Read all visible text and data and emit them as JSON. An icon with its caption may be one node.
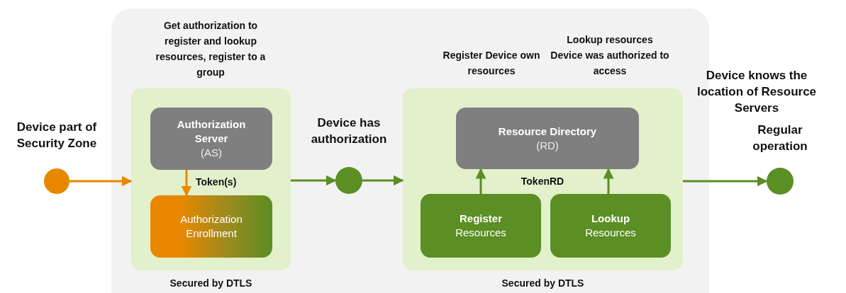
{
  "diagram": {
    "nodes": [
      {
        "text": [],
        "shape": "box"
      },
      {
        "text": [],
        "shape": "circle",
        "beside": [
          "Device part of Security Zone"
        ]
      },
      {
        "text": [
          "Get authorization to register and lookup resources, register to a group",
          "Secured by DTLS"
        ],
        "in": 0
      },
      {
        "text": [
          "Authorization Server",
          "(AS)"
        ],
        "in": 2
      },
      {
        "text": [
          "Authorization Enrollment"
        ],
        "in": 2
      },
      {
        "text": [],
        "shape": "circle",
        "in": 0,
        "beside": [
          "Device has authorization"
        ]
      },
      {
        "text": [
          "Register Device own resources",
          "Lookup resources Device was authorized to access",
          "Secured by DTLS"
        ],
        "in": 0
      },
      {
        "text": [
          "Resource Directory",
          "(RD)"
        ],
        "in": 6
      },
      {
        "text": [
          "**Register** Resources"
        ],
        "in": 6
      },
      {
        "text": [
          "**Lookup** Resources"
        ],
        "in": 6
      },
      {
        "text": [],
        "shape": "circle",
        "beside": [
          "Device knows the location of Resource Servers",
          "Regular operation"
        ]
      }
    ],
    "edges": [
      {
        "from": 1,
        "to": 2,
        "arrow": "to",
        "color": "#e88800"
      },
      {
        "from": 3,
        "to": 4,
        "arrow": "to",
        "label": "Token(s)",
        "color": "#e88800"
      },
      {
        "from": 2,
        "to": 5,
        "arrow": "to"
      },
      {
        "from": 5,
        "to": 6,
        "arrow": "to"
      },
      {
        "from": 8,
        "to": 7,
        "arrow": "to"
      },
      {
        "from": 9,
        "to": 7,
        "arrow": "to"
      },
      {
        "from": 6,
        "to": 10,
        "arrow": "to"
      }
    ],
    "labels": [
      "TokenRD"
    ]
  }
}
